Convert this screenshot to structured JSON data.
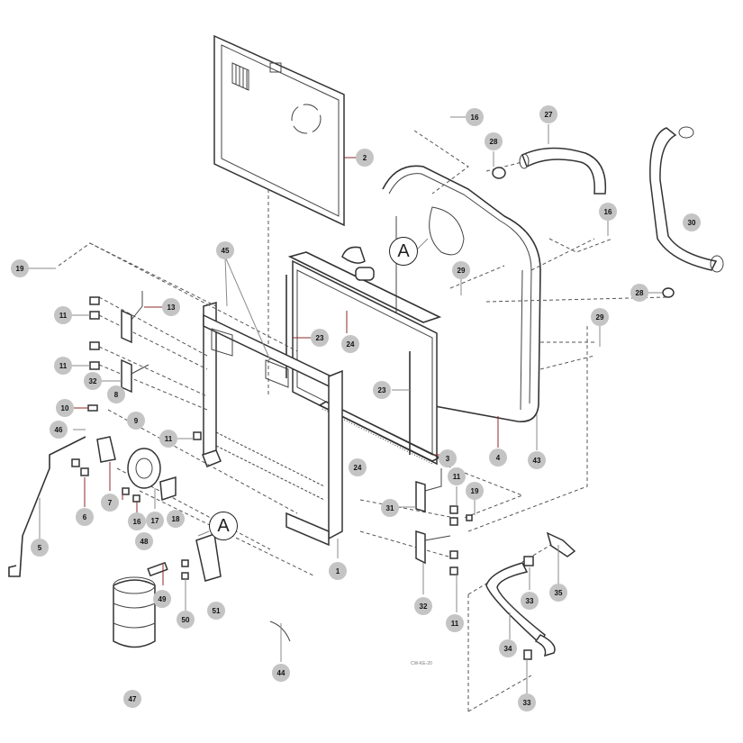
{
  "diagram": {
    "title_code": "CW-KE-20",
    "detail_callouts": [
      "A",
      "A"
    ],
    "labels": [
      "2",
      "16",
      "27",
      "28",
      "16",
      "30",
      "19",
      "45",
      "29",
      "28",
      "29",
      "11",
      "13",
      "23",
      "24",
      "11",
      "32",
      "8",
      "23",
      "10",
      "9",
      "46",
      "11",
      "7",
      "6",
      "16",
      "17",
      "18",
      "3",
      "4",
      "43",
      "24",
      "11",
      "19",
      "31",
      "1",
      "48",
      "32",
      "11",
      "33",
      "35",
      "49",
      "50",
      "51",
      "34",
      "44",
      "33",
      "47",
      "5"
    ]
  }
}
